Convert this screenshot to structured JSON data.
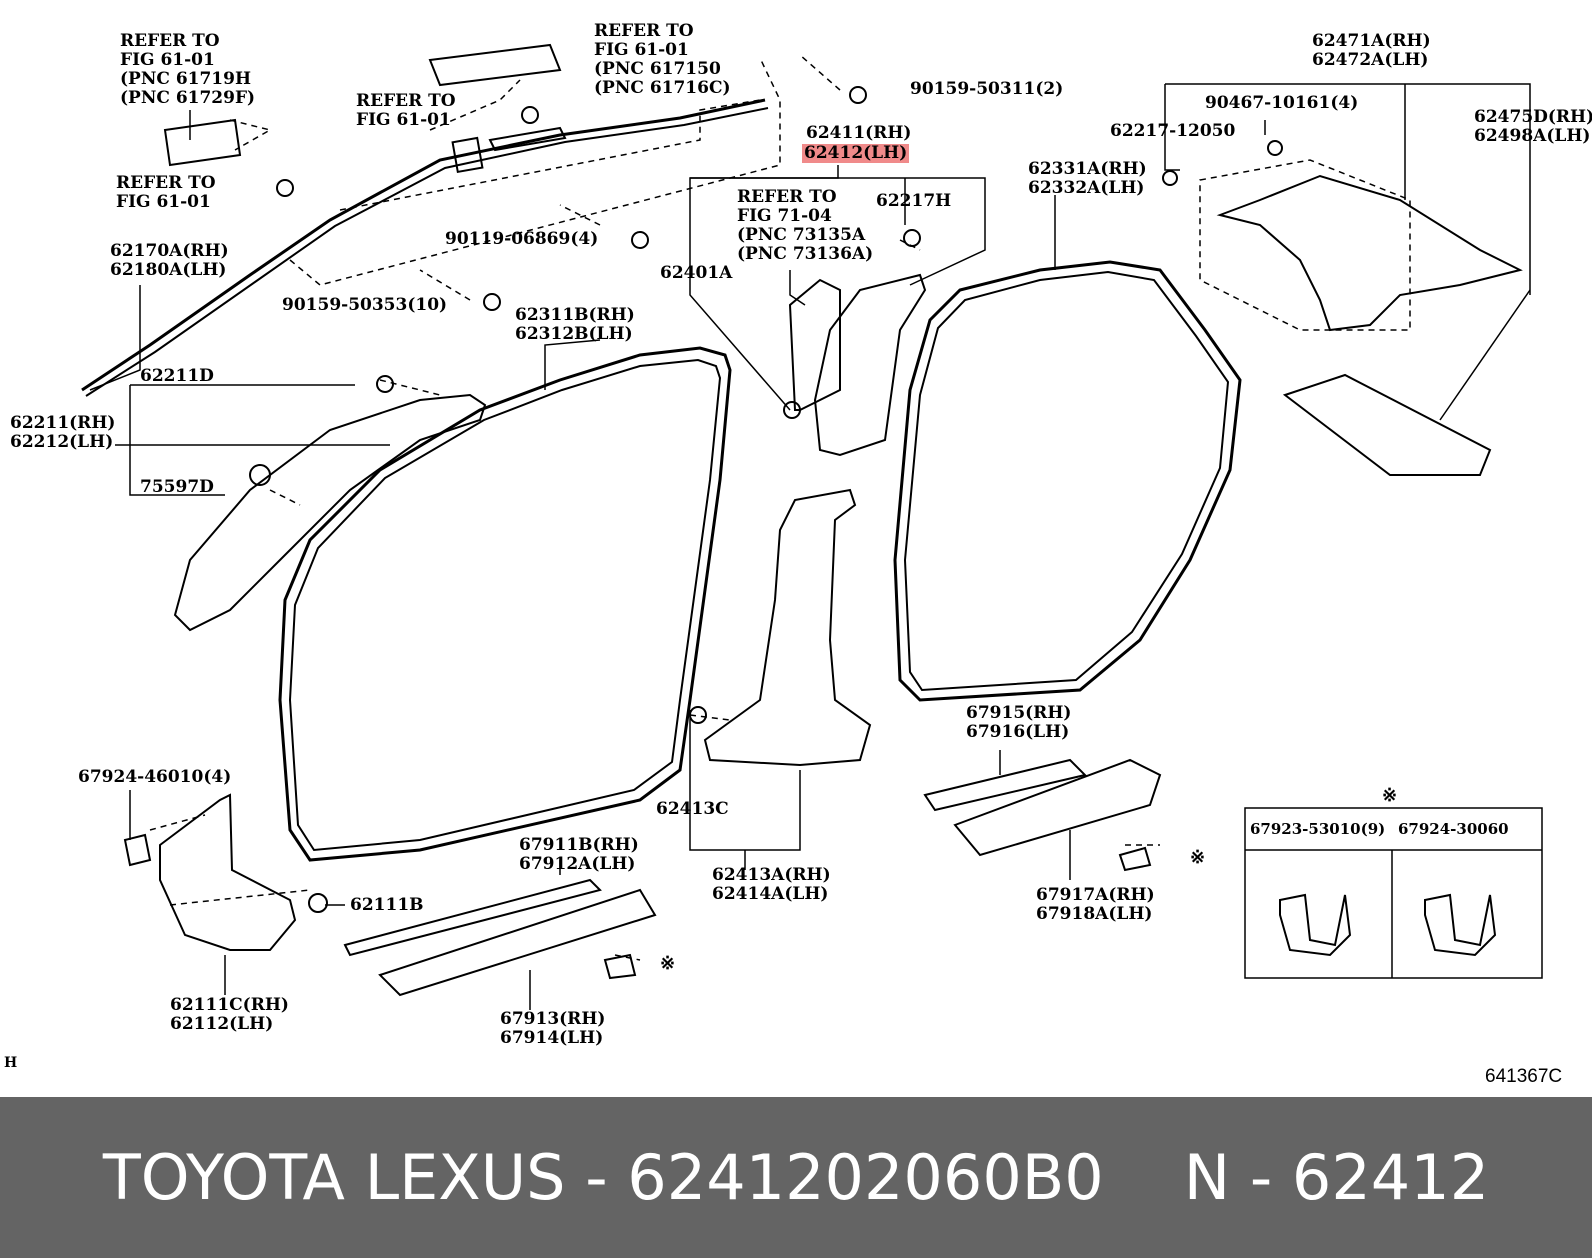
{
  "labels": {
    "refer_6101_a": [
      "REFER TO",
      "FIG 61-01",
      "(PNC 61719H",
      "(PNC 61729F)"
    ],
    "refer_6101_b": [
      "REFER TO",
      "FIG 61-01",
      "(PNC 617150",
      "(PNC 61716C)"
    ],
    "refer_6101_c": [
      "REFER TO",
      "FIG 61-01"
    ],
    "refer_6101_d": [
      "REFER TO",
      "FIG 61-01"
    ],
    "refer_7104": [
      "REFER TO",
      "FIG 71-04",
      "(PNC 73135A",
      "(PNC 73136A)"
    ],
    "p90159_50311": "90159-50311(2)",
    "p62411_rh": "62411(RH)",
    "p62412_lh": "62412(LH)",
    "p62217h": "62217H",
    "p62401a": "62401A",
    "p90119_06869": "90119-06869(4)",
    "p62170a": [
      "62170A(RH)",
      "62180A(LH)"
    ],
    "p90159_50353": "90159-50353(10)",
    "p62311b": [
      "62311B(RH)",
      "62312B(LH)"
    ],
    "p62211d": "62211D",
    "p62211": [
      "62211(RH)",
      "62212(LH)"
    ],
    "p75597d": "75597D",
    "p62471a": [
      "62471A(RH)",
      "62472A(LH)"
    ],
    "p90467_10161": "90467-10161(4)",
    "p62217_12050": "62217-12050",
    "p62475d": [
      "62475D(RH)",
      "62498A(LH)"
    ],
    "p62331a": [
      "62331A(RH)",
      "62332A(LH)"
    ],
    "p67915": [
      "67915(RH)",
      "67916(LH)"
    ],
    "p62413c": "62413C",
    "p62413a": [
      "62413A(RH)",
      "62414A(LH)"
    ],
    "p67911b": [
      "67911B(RH)",
      "67912A(LH)"
    ],
    "p67913": [
      "67913(RH)",
      "67914(LH)"
    ],
    "p67917a": [
      "67917A(RH)",
      "67918A(LH)"
    ],
    "p67924_46010": "67924-46010(4)",
    "p62111b": "62111B",
    "p62111c": [
      "62111C(RH)",
      "62112(LH)"
    ],
    "box_left": "67923-53010(9)",
    "box_right": "67924-30060",
    "asterisk": "※",
    "corner_h": "H",
    "fig_code": "641367C"
  },
  "footer": {
    "brand": "TOYOTA LEXUS",
    "part_number": "6241202060B0",
    "pnc": "N - 62412",
    "separator": " - "
  },
  "colors": {
    "highlight": "#f08a8a",
    "footer_bg": "#646464",
    "footer_text": "#ffffff"
  }
}
